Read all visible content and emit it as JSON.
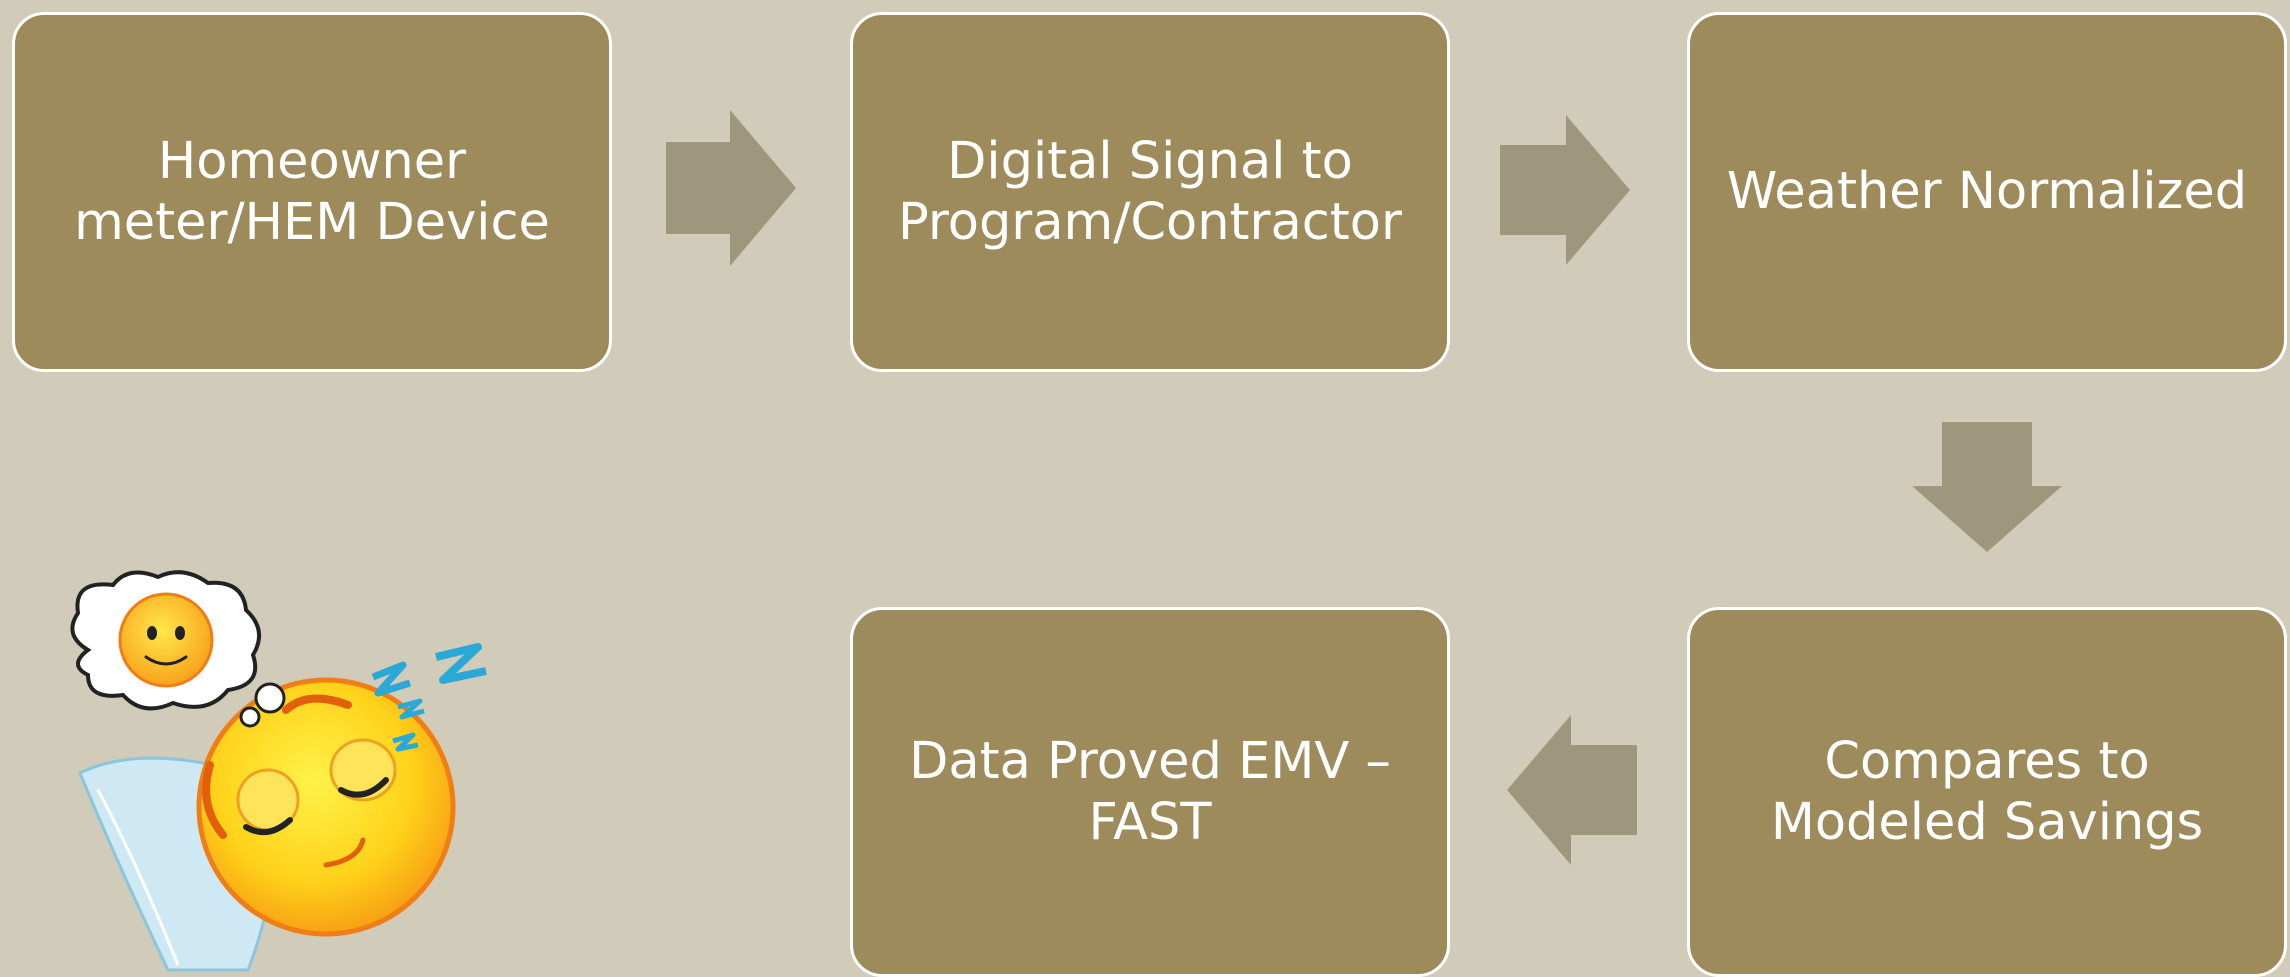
{
  "flow": {
    "step1": "Homeowner meter/HEM Device",
    "step2": "Digital Signal to Program/Contractor",
    "step3": "Weather Normalized",
    "step4": "Compares to Modeled Savings",
    "step5": "Data Proved EMV – FAST"
  },
  "colors": {
    "background": "#d1cbb9",
    "box_fill": "#9e8b5b",
    "box_border": "#ffffff",
    "arrow": "#9e977d"
  },
  "illustration": {
    "icon": "sleeping-sun-icon"
  }
}
